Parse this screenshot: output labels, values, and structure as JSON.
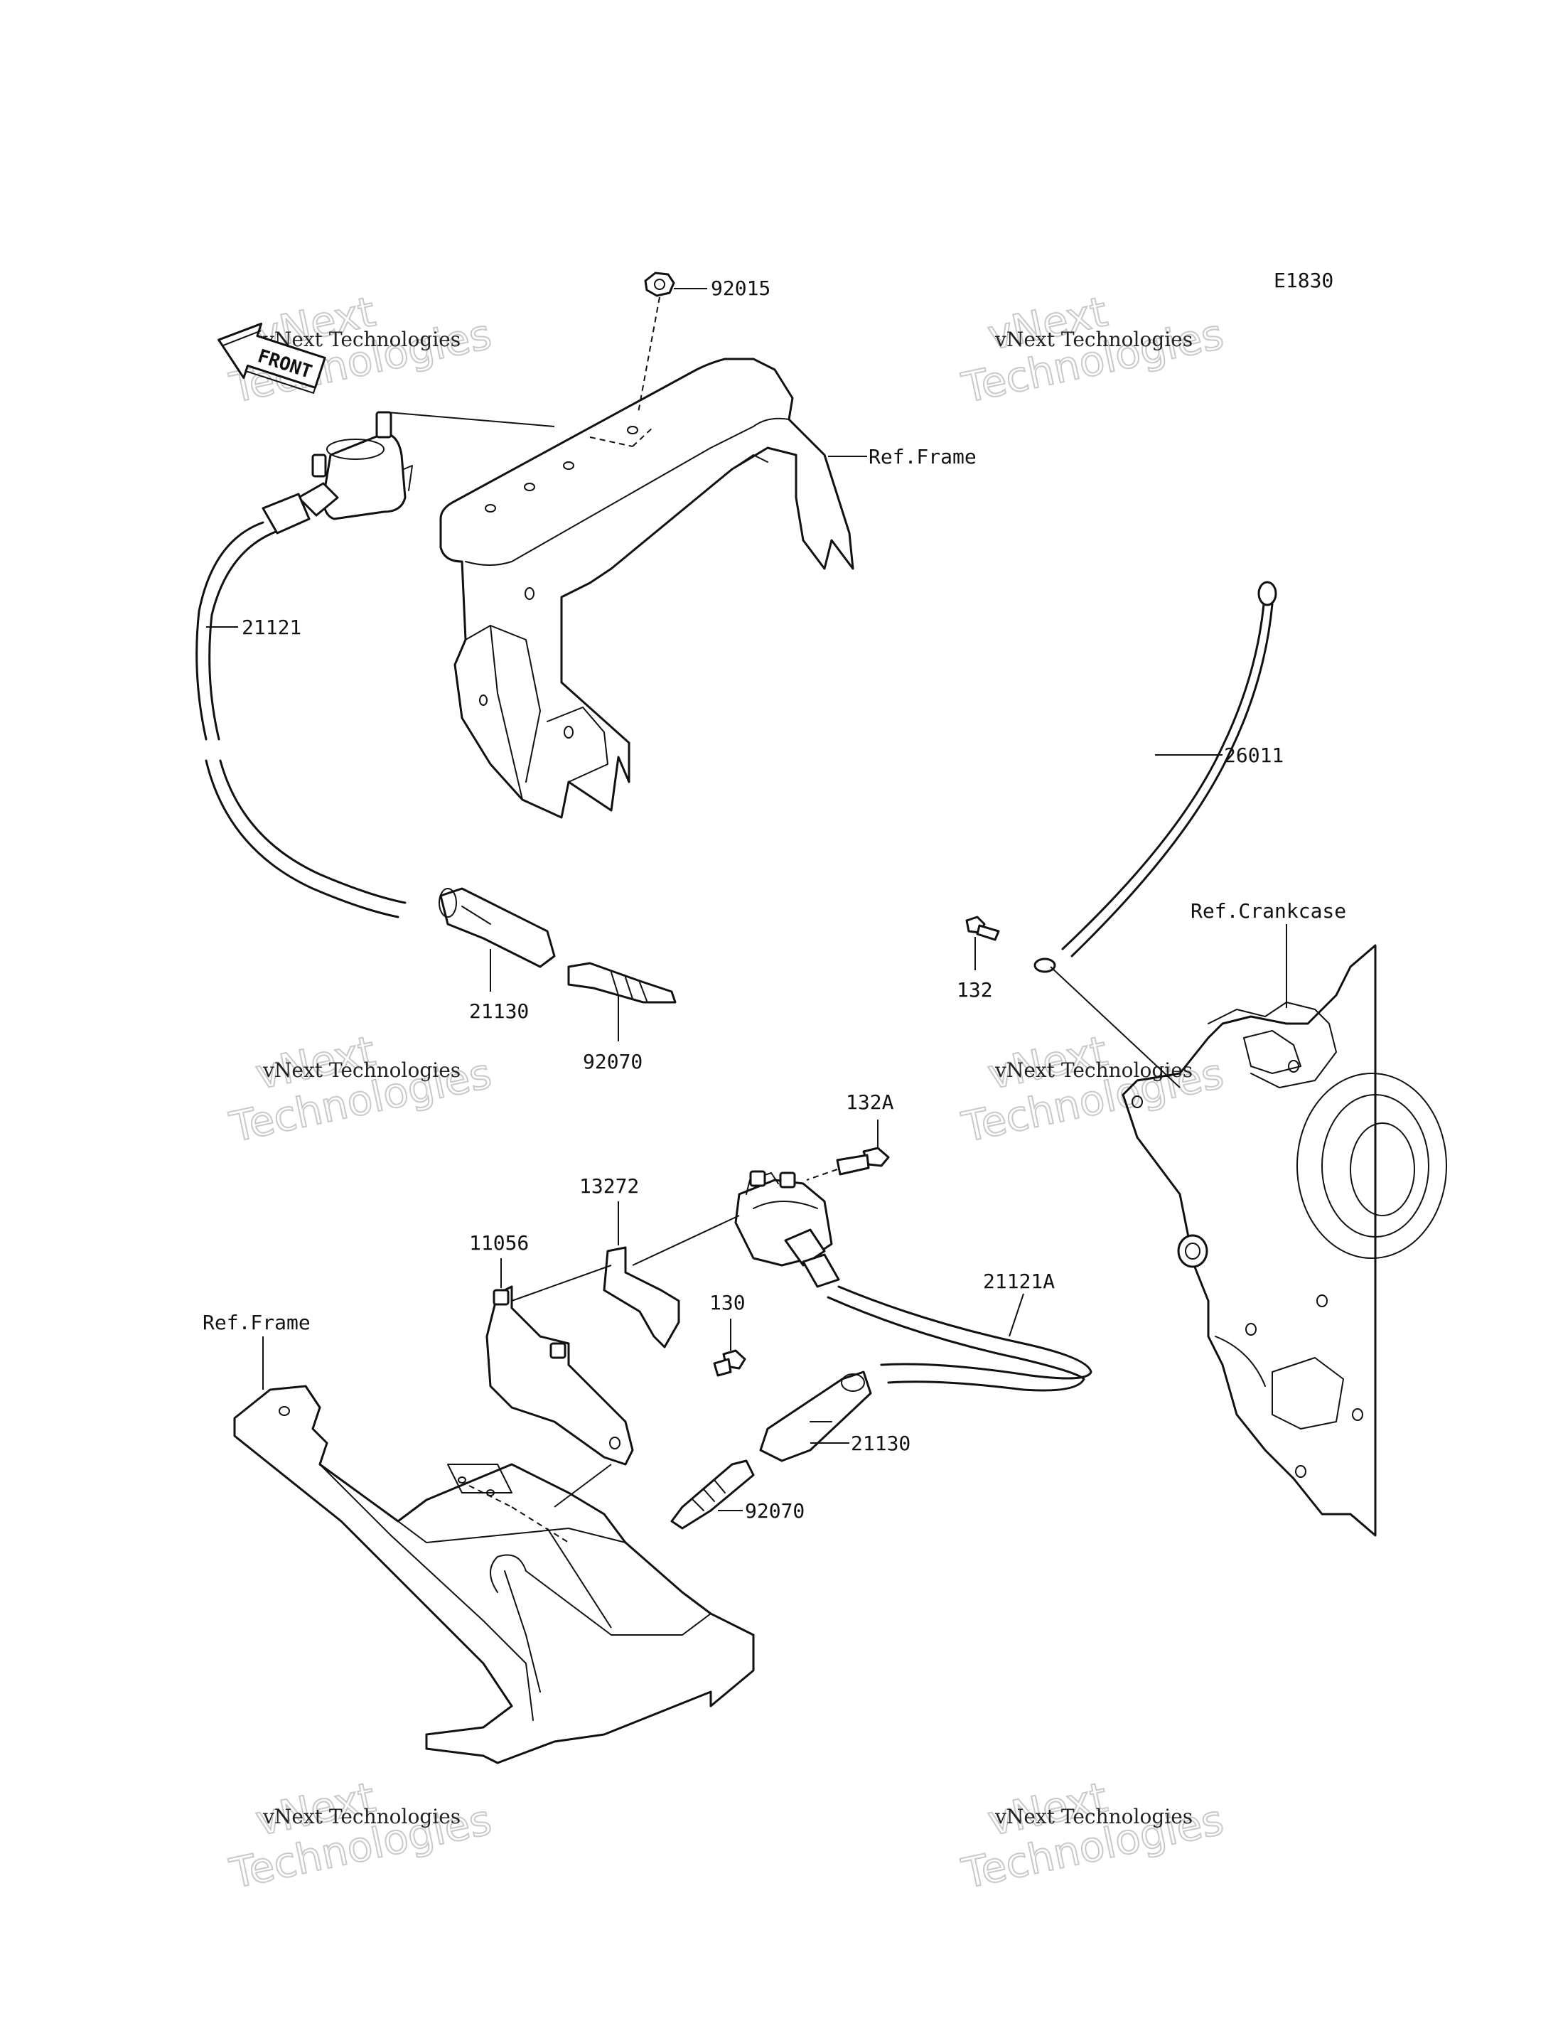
{
  "diagram": {
    "code": "E1830",
    "direction_arrow": "FRONT",
    "watermark": {
      "line1": "vNext Technologies",
      "line2": "vNext",
      "line3": "Technologies"
    },
    "labels": {
      "p92015": "92015",
      "ref_frame_top": "Ref.Frame",
      "p21121": "21121",
      "p26011": "26011",
      "ref_crankcase": "Ref.Crankcase",
      "p132": "132",
      "p21130_top": "21130",
      "p92070_top": "92070",
      "p132A": "132A",
      "p13272": "13272",
      "p11056": "11056",
      "p21121A": "21121A",
      "p130": "130",
      "ref_frame_bottom": "Ref.Frame",
      "p21130_bottom": "21130",
      "p92070_bottom": "92070"
    }
  }
}
